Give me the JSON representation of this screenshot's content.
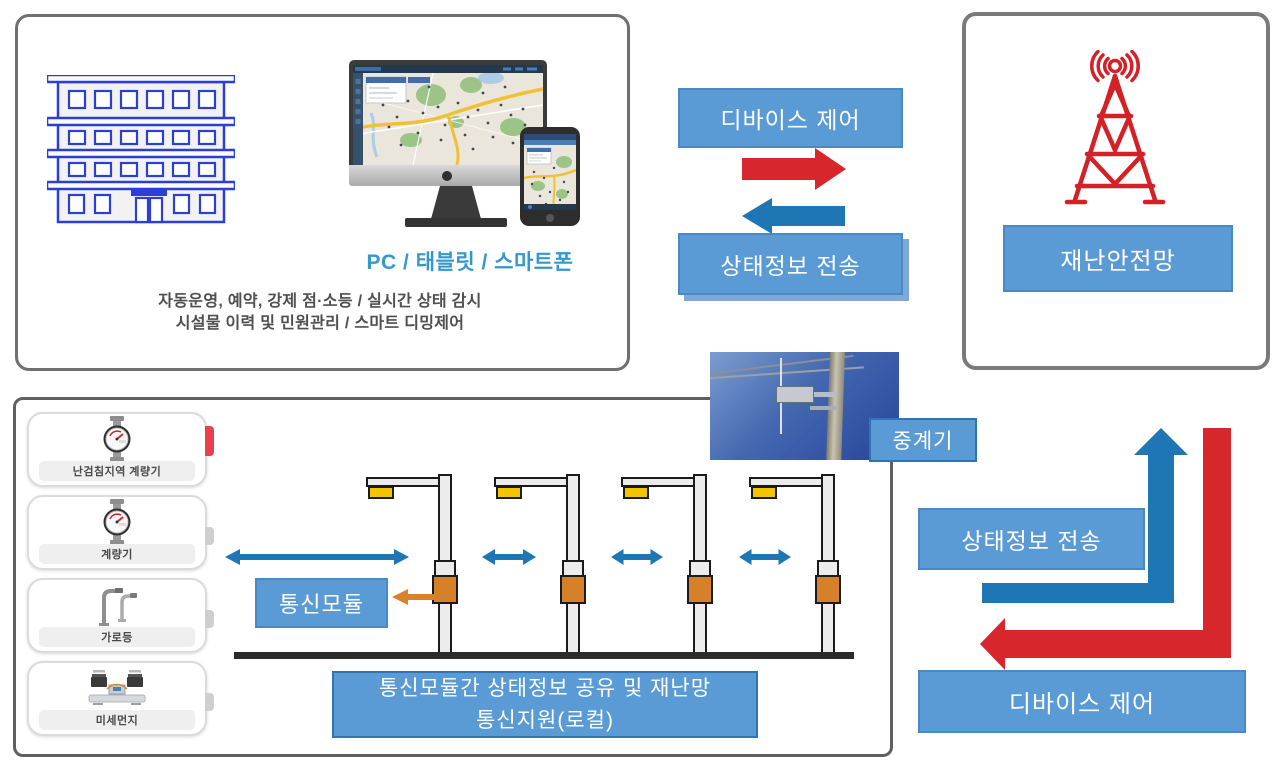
{
  "control_center": {
    "devices_label": "PC / 태블릿 / 스마트폰",
    "description_line1": "자동운영, 예약, 강제 점·소등 / 실시간 상태 감시",
    "description_line2": "시설물 이력 및 민원관리 / 스마트 디밍제어"
  },
  "uplink_flow": {
    "device_control": "디바이스 제어",
    "status_transfer": "상태정보 전송"
  },
  "disaster_network": {
    "label": "재난안전망"
  },
  "repeater": {
    "label": "중계기"
  },
  "local_network": {
    "device_cards": [
      {
        "label": "난검침지역 계량기",
        "icon": "meter-icon"
      },
      {
        "label": "계량기",
        "icon": "meter-icon"
      },
      {
        "label": "가로등",
        "icon": "streetlight-icon"
      },
      {
        "label": "미세먼지",
        "icon": "dust-sensor-icon"
      }
    ],
    "comm_module_label": "통신모듈",
    "caption_line1": "통신모듈간 상태정보 공유 및 재난망",
    "caption_line2": "통신지원(로컬)"
  },
  "backhaul_flow": {
    "status_transfer": "상태정보 전송",
    "device_control": "디바이스 제어"
  },
  "colors": {
    "label_blue": "#5B9BD5",
    "label_border": "#2E75B6",
    "arrow_red": "#D7262C",
    "arrow_blue": "#1F76B4",
    "module_orange": "#D5812B",
    "lamp_yellow": "#F2C500",
    "antenna_red": "#D42127",
    "pc_label_blue": "#3399CC"
  }
}
